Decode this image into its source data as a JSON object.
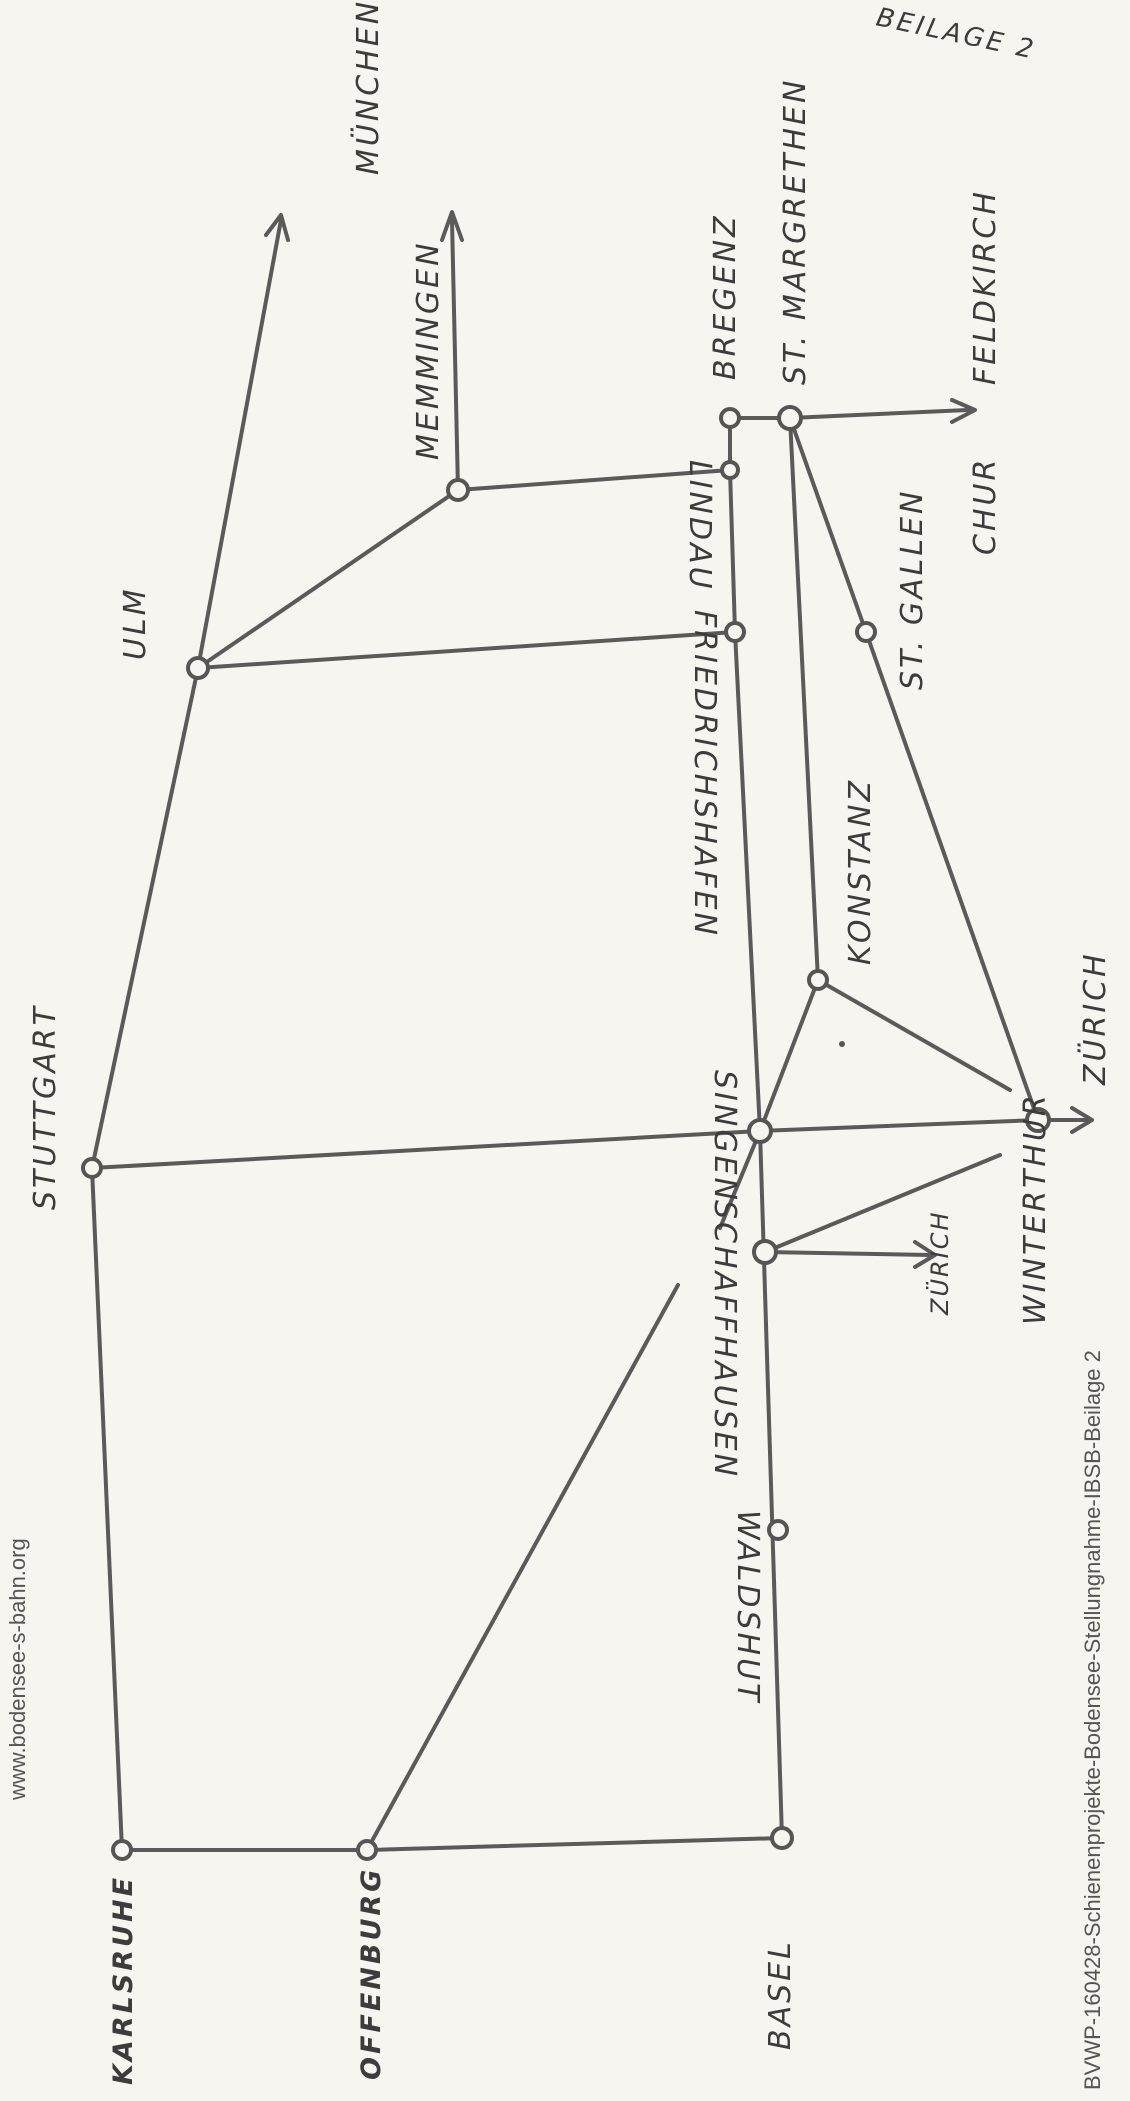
{
  "header": {
    "beilage": "BEILAGE 2"
  },
  "side_notes": {
    "website": "www.bodensee-s-bahn.org",
    "document_id": "BVWP-160428-Schienenprojekte-Bodensee-Stellungnahme-IBSB-Beilage 2"
  },
  "cities": {
    "karlsruhe": "KARLSRUHE",
    "offenburg": "OFFENBURG",
    "basel": "BASEL",
    "stuttgart": "STUTTGART",
    "ulm": "ULM",
    "muenchen": "MÜNCHEN",
    "memmingen": "MEMMINGEN",
    "lindau": "LINDAU",
    "bregenz": "BREGENZ",
    "st_margrethen": "ST. MARGRETHEN",
    "feldkirch": "FELDKIRCH",
    "chur": "CHUR",
    "st_gallen": "ST. GALLEN",
    "friedrichshafen": "FRIEDRICHSHAFEN",
    "konstanz": "KONSTANZ",
    "zuerich_right": "ZÜRICH",
    "winterthur": "WINTERTHUR",
    "singen": "SINGEN",
    "schaffhausen": "SCHAFFHAUSEN",
    "zuerich_small": "ZÜRICH",
    "waldshut": "WALDSHUT"
  },
  "line_color": "#5a5a5a"
}
